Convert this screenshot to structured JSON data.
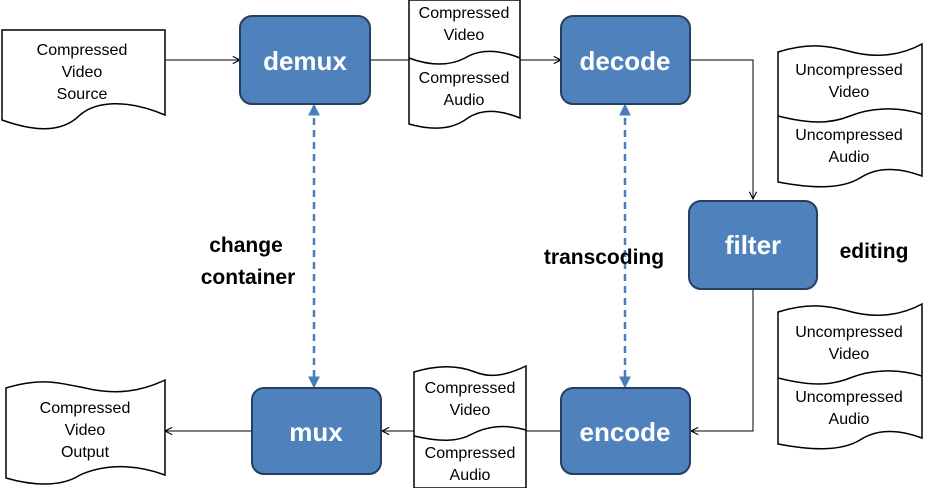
{
  "colors": {
    "box_fill": "#4f81bd",
    "box_stroke": "#243f60",
    "box_text": "#ffffff",
    "dashed_arrow": "#4a7ebb",
    "line": "#000000"
  },
  "processes": {
    "demux": "demux",
    "decode": "decode",
    "filter": "filter",
    "encode": "encode",
    "mux": "mux"
  },
  "documents": {
    "source": [
      "Compressed",
      "Video",
      "Source"
    ],
    "output": [
      "Compressed",
      "Video",
      "Output"
    ],
    "demux_video": [
      "Compressed",
      "Video"
    ],
    "demux_audio": [
      "Compressed",
      "Audio"
    ],
    "decode_video": [
      "Uncompressed",
      "Video"
    ],
    "decode_audio": [
      "Uncompressed",
      "Audio"
    ],
    "filter_video": [
      "Uncompressed",
      "Video"
    ],
    "filter_audio": [
      "Uncompressed",
      "Audio"
    ],
    "encode_video": [
      "Compressed",
      "Video"
    ],
    "encode_audio": [
      "Compressed",
      "Audio"
    ]
  },
  "labels": {
    "change_container": [
      "change",
      "container"
    ],
    "transcoding": "transcoding",
    "editing": "editing"
  }
}
